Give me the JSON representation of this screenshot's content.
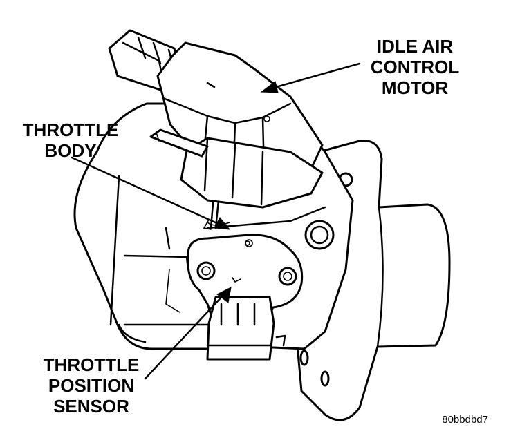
{
  "labels": {
    "idle_air_control_motor": [
      "IDLE AIR",
      "CONTROL",
      "MOTOR"
    ],
    "throttle_body": [
      "THROTTLE",
      "BODY"
    ],
    "throttle_position_sensor": [
      "THROTTLE",
      "POSITION",
      "SENSOR"
    ]
  },
  "figure_code": "80bbdbd7"
}
